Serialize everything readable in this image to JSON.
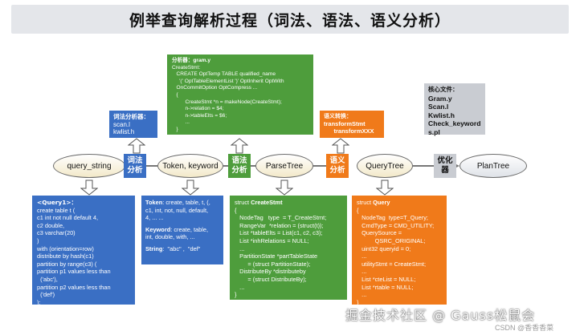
{
  "title": "例举查询解析过程（词法、语法、语义分析）",
  "nodes": {
    "query_string": "query_string",
    "token": "Token, keyword",
    "parsetree": "ParseTree",
    "querytree": "QueryTree",
    "plantree": "PlanTree"
  },
  "stage_labels": {
    "lexical": [
      "词法",
      "分析"
    ],
    "syntax": [
      "语法",
      "分析"
    ],
    "semantic": [
      "语义",
      "分析"
    ],
    "optimizer": [
      "优化",
      "器"
    ]
  },
  "lexer_box": {
    "title": "词法分析器：",
    "lines": [
      "scan.l",
      "kwlist.h"
    ]
  },
  "parser_box": {
    "title": "分析器：gram.y",
    "lines": [
      "CreateStmt:",
      "   CREATE OptTemp TABLE qualified_name",
      "     '(' OptTableElementList ')' OptInherit OptWith",
      "   OnCommitOption OptCompress ...",
      "   {",
      "         CreateStmt *n = makeNode(CreateStmt);",
      "         n->relation = $4;",
      "         n->tableElts = $6;",
      "         ...",
      "   }"
    ]
  },
  "transform_box": {
    "title": "语义转换：",
    "lines": [
      "transformStmt",
      "      transformXXX"
    ]
  },
  "core_files_box": {
    "title": "核心文件：",
    "lines": [
      "Gram.y",
      "Scan.l",
      "Kwlist.h",
      "Check_keyword",
      "s.pl"
    ]
  },
  "query_box": {
    "title": "<Query1>：",
    "lines": [
      "create table t (",
      "c1 int not null default 4,",
      "c2 double,",
      "c3 varchar(20)",
      ")",
      "with (orientation=row)",
      "distribute by hash(c1)",
      "partition by range(c3) (",
      "partition p1 values less than",
      "  ('abc'),",
      "partition p2 values less than",
      "  ('def')",
      ");"
    ]
  },
  "token_box": {
    "lines": [
      {
        "bold": "Token",
        "text": ": create, table, t, (,"
      },
      {
        "bold": "",
        "text": "c1, int, not, null, default,"
      },
      {
        "bold": "",
        "text": "4, ... ..."
      },
      {
        "bold": "",
        "text": ""
      },
      {
        "bold": "Keyword",
        "text": ": create, table,"
      },
      {
        "bold": "",
        "text": "int, double, with, ..."
      },
      {
        "bold": "",
        "text": ""
      },
      {
        "bold": "String",
        "text": ":  \"abc\" ,  \"def\""
      }
    ]
  },
  "createstmt_box": {
    "title_prefix": "struct ",
    "title_bold": "CreateStmt",
    "lines": [
      "{",
      "   NodeTag   type  = T_CreateStmt;",
      "   RangeVar  *relation = (struct(t));",
      "   List *tableElts = List(c1, c2, c3);",
      "   List *inhRelations = NULL;",
      "   ...",
      "   PartitionState *partTableState",
      "        = (struct PartitionState);",
      "   DistributeBy *distributeby",
      "        = (struct DistributeBy);",
      "   ...",
      "}"
    ]
  },
  "querystruct_box": {
    "title_prefix": "struct ",
    "title_bold": "Query",
    "lines": [
      "{",
      "   NodeTag  type=T_Query;",
      "   CmdType = CMD_UTILITY;",
      "   QuerySource =",
      "           QSRC_ORIGINAL;",
      "   uint32 queryid = 0;",
      "   ...",
      "   utilityStmt = CreateStmt;",
      "   ...",
      "   List *cteList = NULL;",
      "   List *rtable = NULL;",
      "   ...",
      "}"
    ]
  },
  "watermark": "掘金技术社区 @ Gauss松鼠会",
  "credit": "CSDN @香香香菜",
  "colors": {
    "blue": "#3a6fc4",
    "green": "#4e9d3c",
    "orange": "#f07a1a",
    "grey": "#c9ccd2",
    "title_bg": "#e4e6ea"
  }
}
